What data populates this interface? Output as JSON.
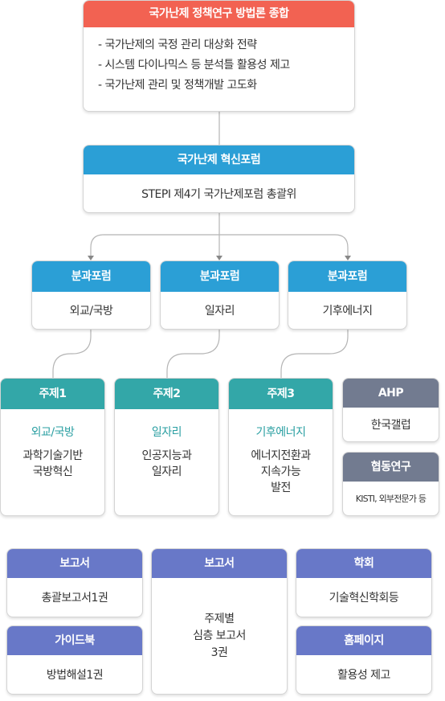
{
  "top": {
    "title": "국가난제 정책연구 방법론 종합",
    "items": [
      "- 국가난제의 국정 관리 대상화 전략",
      "- 시스템 다이나믹스 등 분석틀 활용성 제고",
      "- 국가난제 관리 및 정책개발 고도화"
    ]
  },
  "forum": {
    "title": "국가난제 혁신포럼",
    "body": "STEPI 제4기 국가난제포럼 총괄위"
  },
  "subforums": [
    {
      "title": "분과포럼",
      "body": "외교/국방"
    },
    {
      "title": "분과포럼",
      "body": "일자리"
    },
    {
      "title": "분과포럼",
      "body": "기후에너지"
    }
  ],
  "themes": [
    {
      "title": "주제1",
      "keyword": "외교/국방",
      "desc": [
        "과학기술기반",
        "국방혁신"
      ]
    },
    {
      "title": "주제2",
      "keyword": "일자리",
      "desc": [
        "인공지능과",
        "일자리"
      ]
    },
    {
      "title": "주제3",
      "keyword": "기후에너지",
      "desc": [
        "에너지전환과",
        "지속가능",
        "발전"
      ]
    }
  ],
  "ahp": {
    "title": "AHP",
    "body": "한국갤럽"
  },
  "coop": {
    "title": "협동연구",
    "body": "KISTI, 외부전문가 등"
  },
  "outputs": {
    "report1": {
      "title": "보고서",
      "body": "총괄보고서1권"
    },
    "guide": {
      "title": "가이드북",
      "body": "방법해설1권"
    },
    "report2": {
      "title": "보고서",
      "body": [
        "주제별",
        "심층 보고서",
        "3권"
      ]
    },
    "society": {
      "title": "학회",
      "body": "기술혁신학회등"
    },
    "home": {
      "title": "홈페이지",
      "body": "활용성 제고"
    }
  },
  "colors": {
    "top_header": "#f26252",
    "forum_header": "#2b9fd6",
    "theme_header": "#33a7a8",
    "gray_header": "#727b90",
    "output_header": "#6878c8",
    "connector": "#b5b5b5"
  }
}
